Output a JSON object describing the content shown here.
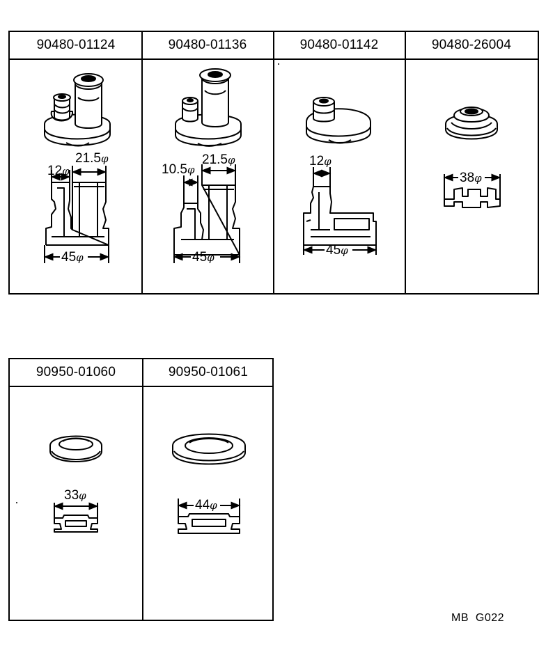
{
  "top_row": {
    "parts": [
      {
        "number": "90480-01124",
        "dims": [
          "21.5",
          "12",
          "45"
        ]
      },
      {
        "number": "90480-01136",
        "dims": [
          "10.5",
          "21.5",
          "45"
        ]
      },
      {
        "number": "90480-01142",
        "dims": [
          "12",
          "45"
        ]
      },
      {
        "number": "90480-26004",
        "dims": [
          "38"
        ]
      }
    ]
  },
  "bottom_row": {
    "parts": [
      {
        "number": "90950-01060",
        "dims": [
          "33"
        ]
      },
      {
        "number": "90950-01061",
        "dims": [
          "44"
        ]
      }
    ]
  },
  "diameter_symbol": "φ",
  "drawing_code": "MB  G022"
}
